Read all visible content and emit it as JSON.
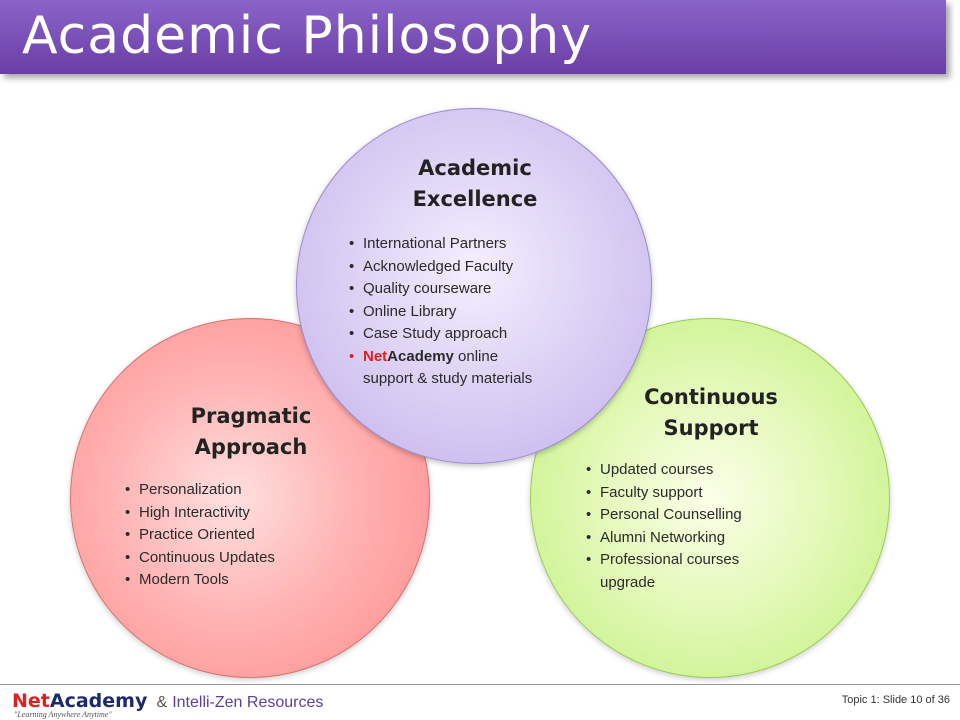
{
  "title": "Academic Philosophy",
  "circles": {
    "academic": {
      "heading_line1": "Academic",
      "heading_line2": "Excellence",
      "items": [
        "International Partners",
        "Acknowledged Faculty",
        "Quality courseware",
        "Online Library",
        "Case Study approach"
      ],
      "last_item": {
        "net": "Net",
        "academy": "Academy",
        "rest1": " online",
        "rest2": "support & study materials"
      }
    },
    "pragmatic": {
      "heading_line1": "Pragmatic",
      "heading_line2": "Approach",
      "items": [
        "Personalization",
        "High Interactivity",
        "Practice Oriented",
        "Continuous Updates",
        "Modern Tools"
      ]
    },
    "continuous": {
      "heading_line1": "Continuous",
      "heading_line2": "Support",
      "items": [
        "Updated courses",
        "Faculty support",
        "Personal Counselling",
        "Alumni Networking",
        "Professional courses",
        "upgrade"
      ]
    }
  },
  "footer": {
    "logo_net": "Net",
    "logo_academy": "Academy",
    "amp": "&",
    "partner": "Intelli-Zen Resources",
    "tagline": "\"Learning Anywhere Anytime\"",
    "slide_info": "Topic 1:  Slide 10 of 36"
  },
  "colors": {
    "title_bar": "#7a52b8",
    "red_circle": "#ffb3b3",
    "green_circle": "#e3f9b8",
    "purple_circle": "#ddd2f5",
    "net_red": "#e02020"
  }
}
